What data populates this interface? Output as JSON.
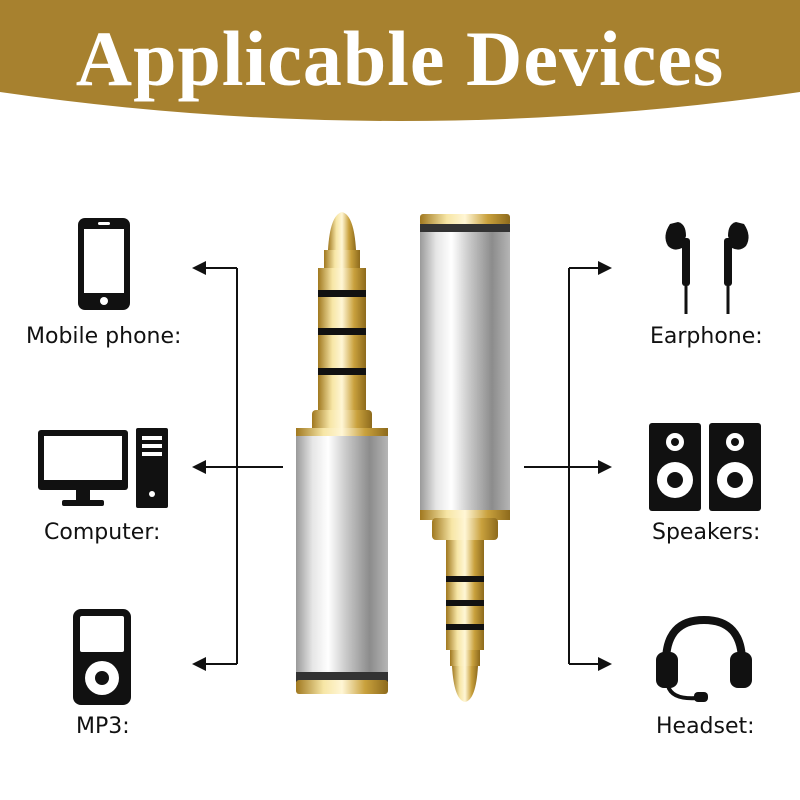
{
  "header": {
    "title": "Applicable Devices",
    "background_color": "#a7812f"
  },
  "left_devices": [
    {
      "label": "Mobile phone:",
      "icon": "mobile-phone-icon"
    },
    {
      "label": "Computer:",
      "icon": "computer-icon"
    },
    {
      "label": "MP3:",
      "icon": "mp3-player-icon"
    }
  ],
  "right_devices": [
    {
      "label": "Earphone:",
      "icon": "earphone-icon"
    },
    {
      "label": "Speakers:",
      "icon": "speakers-icon"
    },
    {
      "label": "Headset:",
      "icon": "headset-icon"
    }
  ],
  "product": {
    "left": "male-to-female-adapter",
    "right": "female-to-male-adapter"
  }
}
